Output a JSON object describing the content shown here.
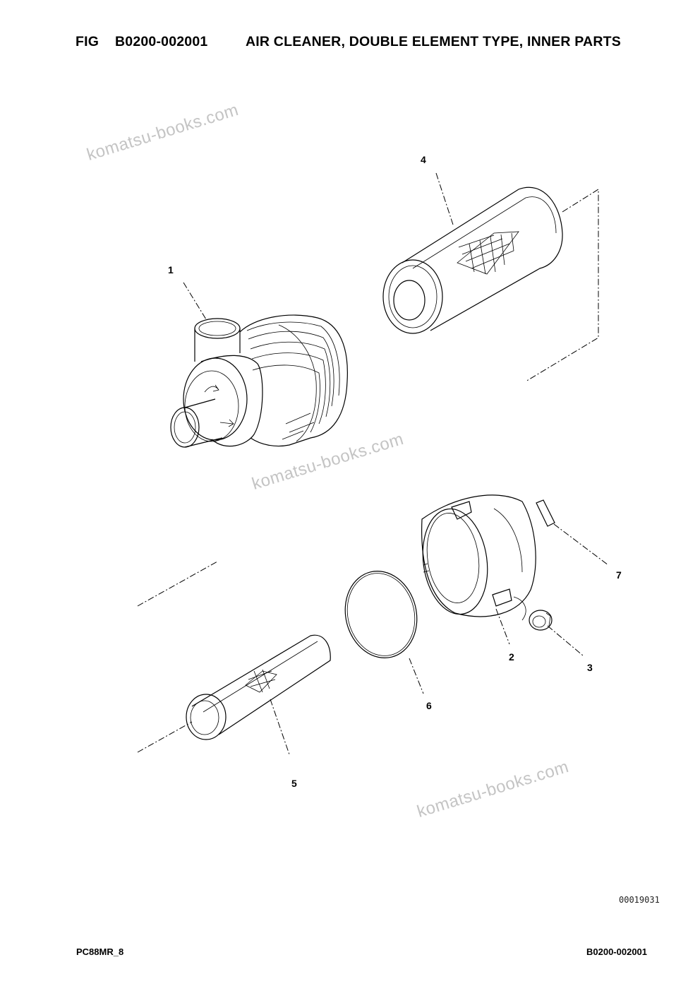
{
  "header": {
    "fig_label": "FIG",
    "fig_number": "B0200-002001",
    "title": "AIR CLEANER, DOUBLE ELEMENT TYPE, INNER PARTS"
  },
  "watermarks": [
    "komatsu-books.com",
    "komatsu-books.com",
    "komatsu-books.com"
  ],
  "callouts": {
    "c1": "1",
    "c2": "2",
    "c3": "3",
    "c4": "4",
    "c5": "5",
    "c6": "6",
    "c7": "7"
  },
  "drawing_id": "00019031",
  "footer": {
    "model": "PC88MR_8",
    "fig_ref": "B0200-002001"
  }
}
